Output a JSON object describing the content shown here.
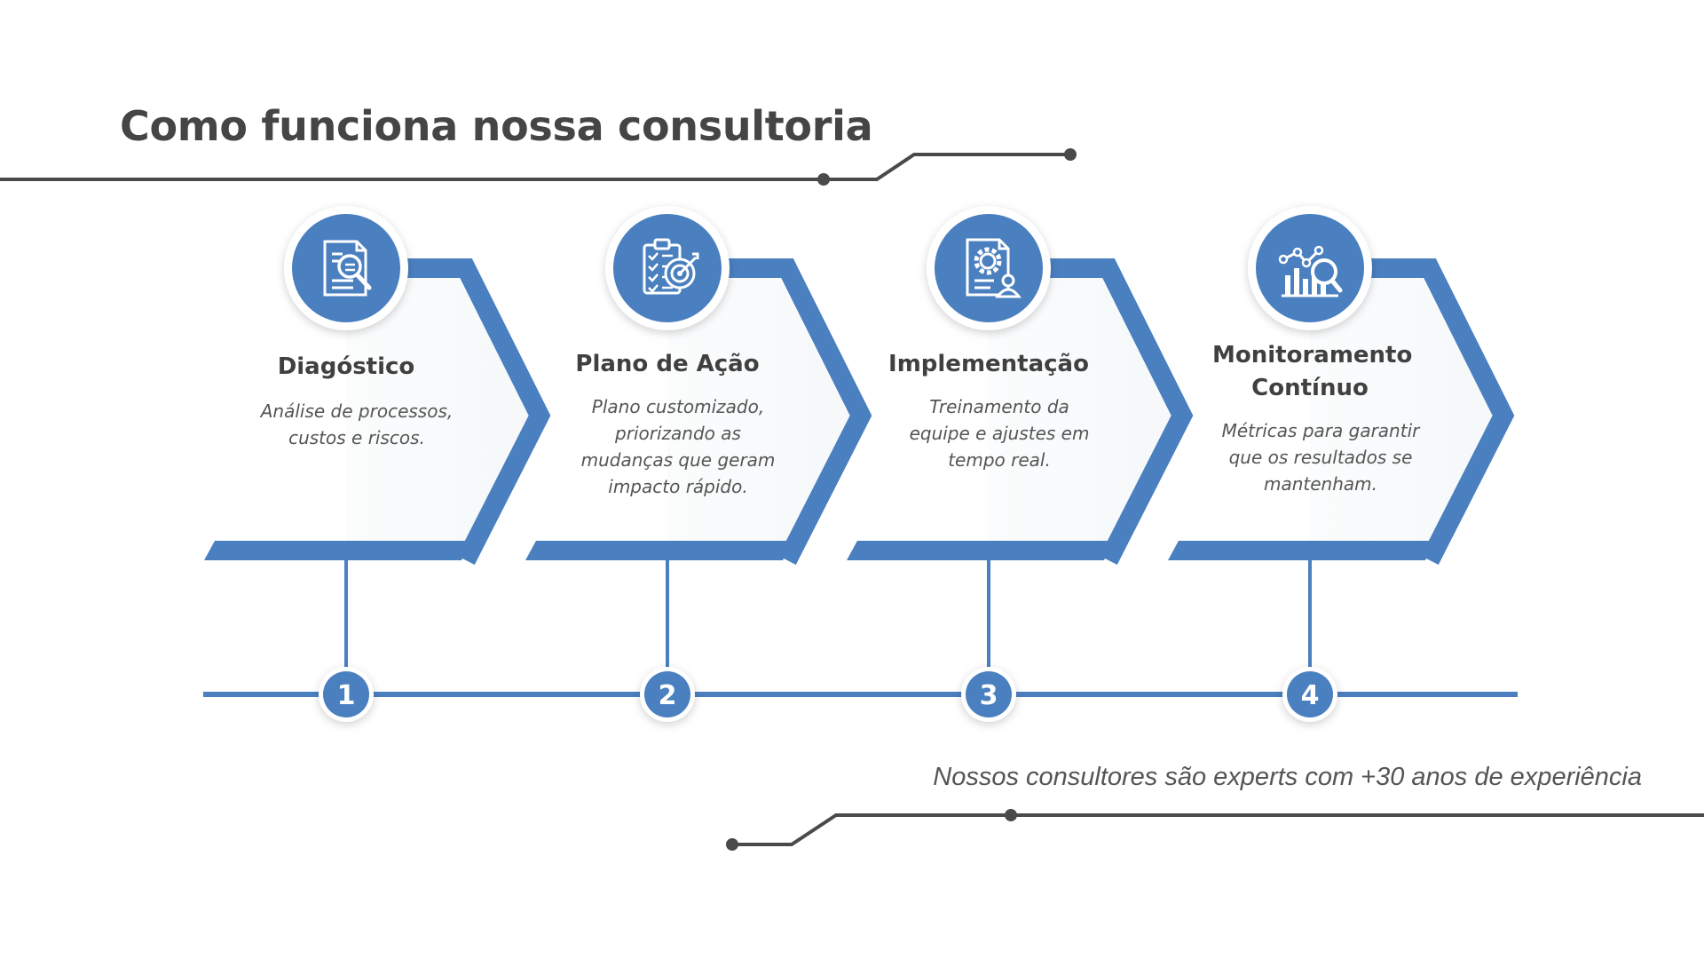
{
  "title": "Como funciona nossa consultoria",
  "colors": {
    "accent": "#4a7fc0",
    "text": "#404040",
    "line": "#4a4a4a"
  },
  "steps": [
    {
      "number": "1",
      "icon": "document-search-icon",
      "title": "Diagóstico",
      "description": "Análise de processos, custos e riscos."
    },
    {
      "number": "2",
      "icon": "checklist-target-icon",
      "title": "Plano de Ação",
      "description": "Plano customizado, priorizando as mudanças que geram impacto rápido."
    },
    {
      "number": "3",
      "icon": "document-gear-user-icon",
      "title": "Implementação",
      "description": "Treinamento da equipe e ajustes em tempo real."
    },
    {
      "number": "4",
      "icon": "chart-magnifier-icon",
      "title": "Monitoramento Contínuo",
      "description": "Métricas para garantir que os resultados se mantenham."
    }
  ],
  "footer_note": "Nossos consultores são experts com +30 anos de experiência"
}
